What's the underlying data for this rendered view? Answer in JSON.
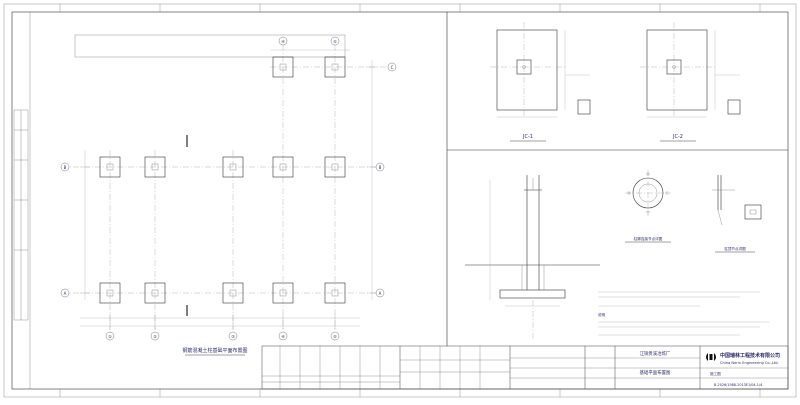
{
  "sheet": {
    "plan_title": "钢筋混凝土柱基础平面布置图",
    "section_1_label": "JC-1",
    "section_2_label": "JC-2",
    "detail_a_caption": "柱脚连接节点详图",
    "detail_b_caption": "柱顶节点详图",
    "notes_heading": "说明"
  },
  "grid_labels": {
    "columns": [
      "①",
      "②",
      "③",
      "④",
      "⑤"
    ],
    "rows": [
      "A",
      "B",
      "C"
    ]
  },
  "title_block": {
    "company_cn": "中国瑞林工程技术有限公司",
    "company_en": "China Nerin Engineering Co.,Ltd.",
    "project_name": "江铜贵溪冶炼厂",
    "drawing_name": "基础平面布置图",
    "stage": "施工图",
    "drawing_no": "B-2026/1988-2013E1/04-1/4"
  }
}
